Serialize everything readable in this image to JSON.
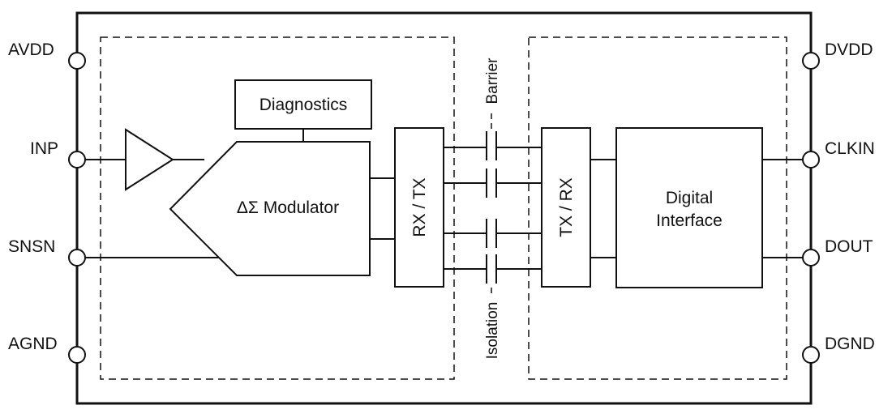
{
  "pins": {
    "avdd": "AVDD",
    "inp": "INP",
    "snsn": "SNSN",
    "agnd": "AGND",
    "dvdd": "DVDD",
    "clkin": "CLKIN",
    "dout": "DOUT",
    "dgnd": "DGND"
  },
  "blocks": {
    "diagnostics": "Diagnostics",
    "modulator": "ΔΣ Modulator",
    "rx_tx": "RX / TX",
    "tx_rx": "TX / RX",
    "digital_interface_line1": "Digital",
    "digital_interface_line2": "Interface"
  },
  "barrier": {
    "top_label": "Barrier",
    "bottom_label": "Isolation"
  }
}
